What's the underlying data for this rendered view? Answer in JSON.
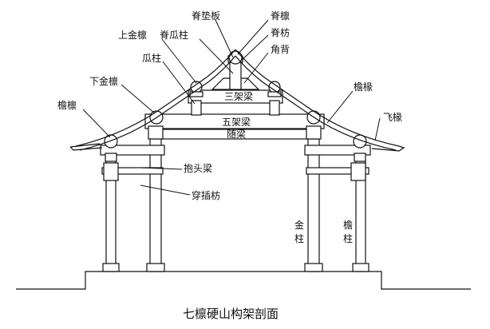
{
  "labels": {
    "ji_dian_ban": "脊垫板",
    "ji_lin": "脊檩",
    "ji_fang": "脊枋",
    "shang_jin_lin": "上金檩",
    "ji_gua_zhu": "脊瓜柱",
    "jiao_bei": "角背",
    "gua_zhu": "瓜柱",
    "xia_jin_lin": "下金檩",
    "yan_lin": "檐檩",
    "yan_chuan": "檐椽",
    "fei_chuan": "飞椽",
    "bao_tou_liang": "抱头梁",
    "chuan_cha_fang": "穿插枋",
    "san_jia_liang": "三架梁",
    "wu_jia_liang": "五架梁",
    "sui_liang": "随梁",
    "jin_zhu": [
      "金",
      "柱"
    ],
    "yan_zhu": [
      "檐",
      "柱"
    ]
  },
  "caption": "七檩硬山构架剖面"
}
